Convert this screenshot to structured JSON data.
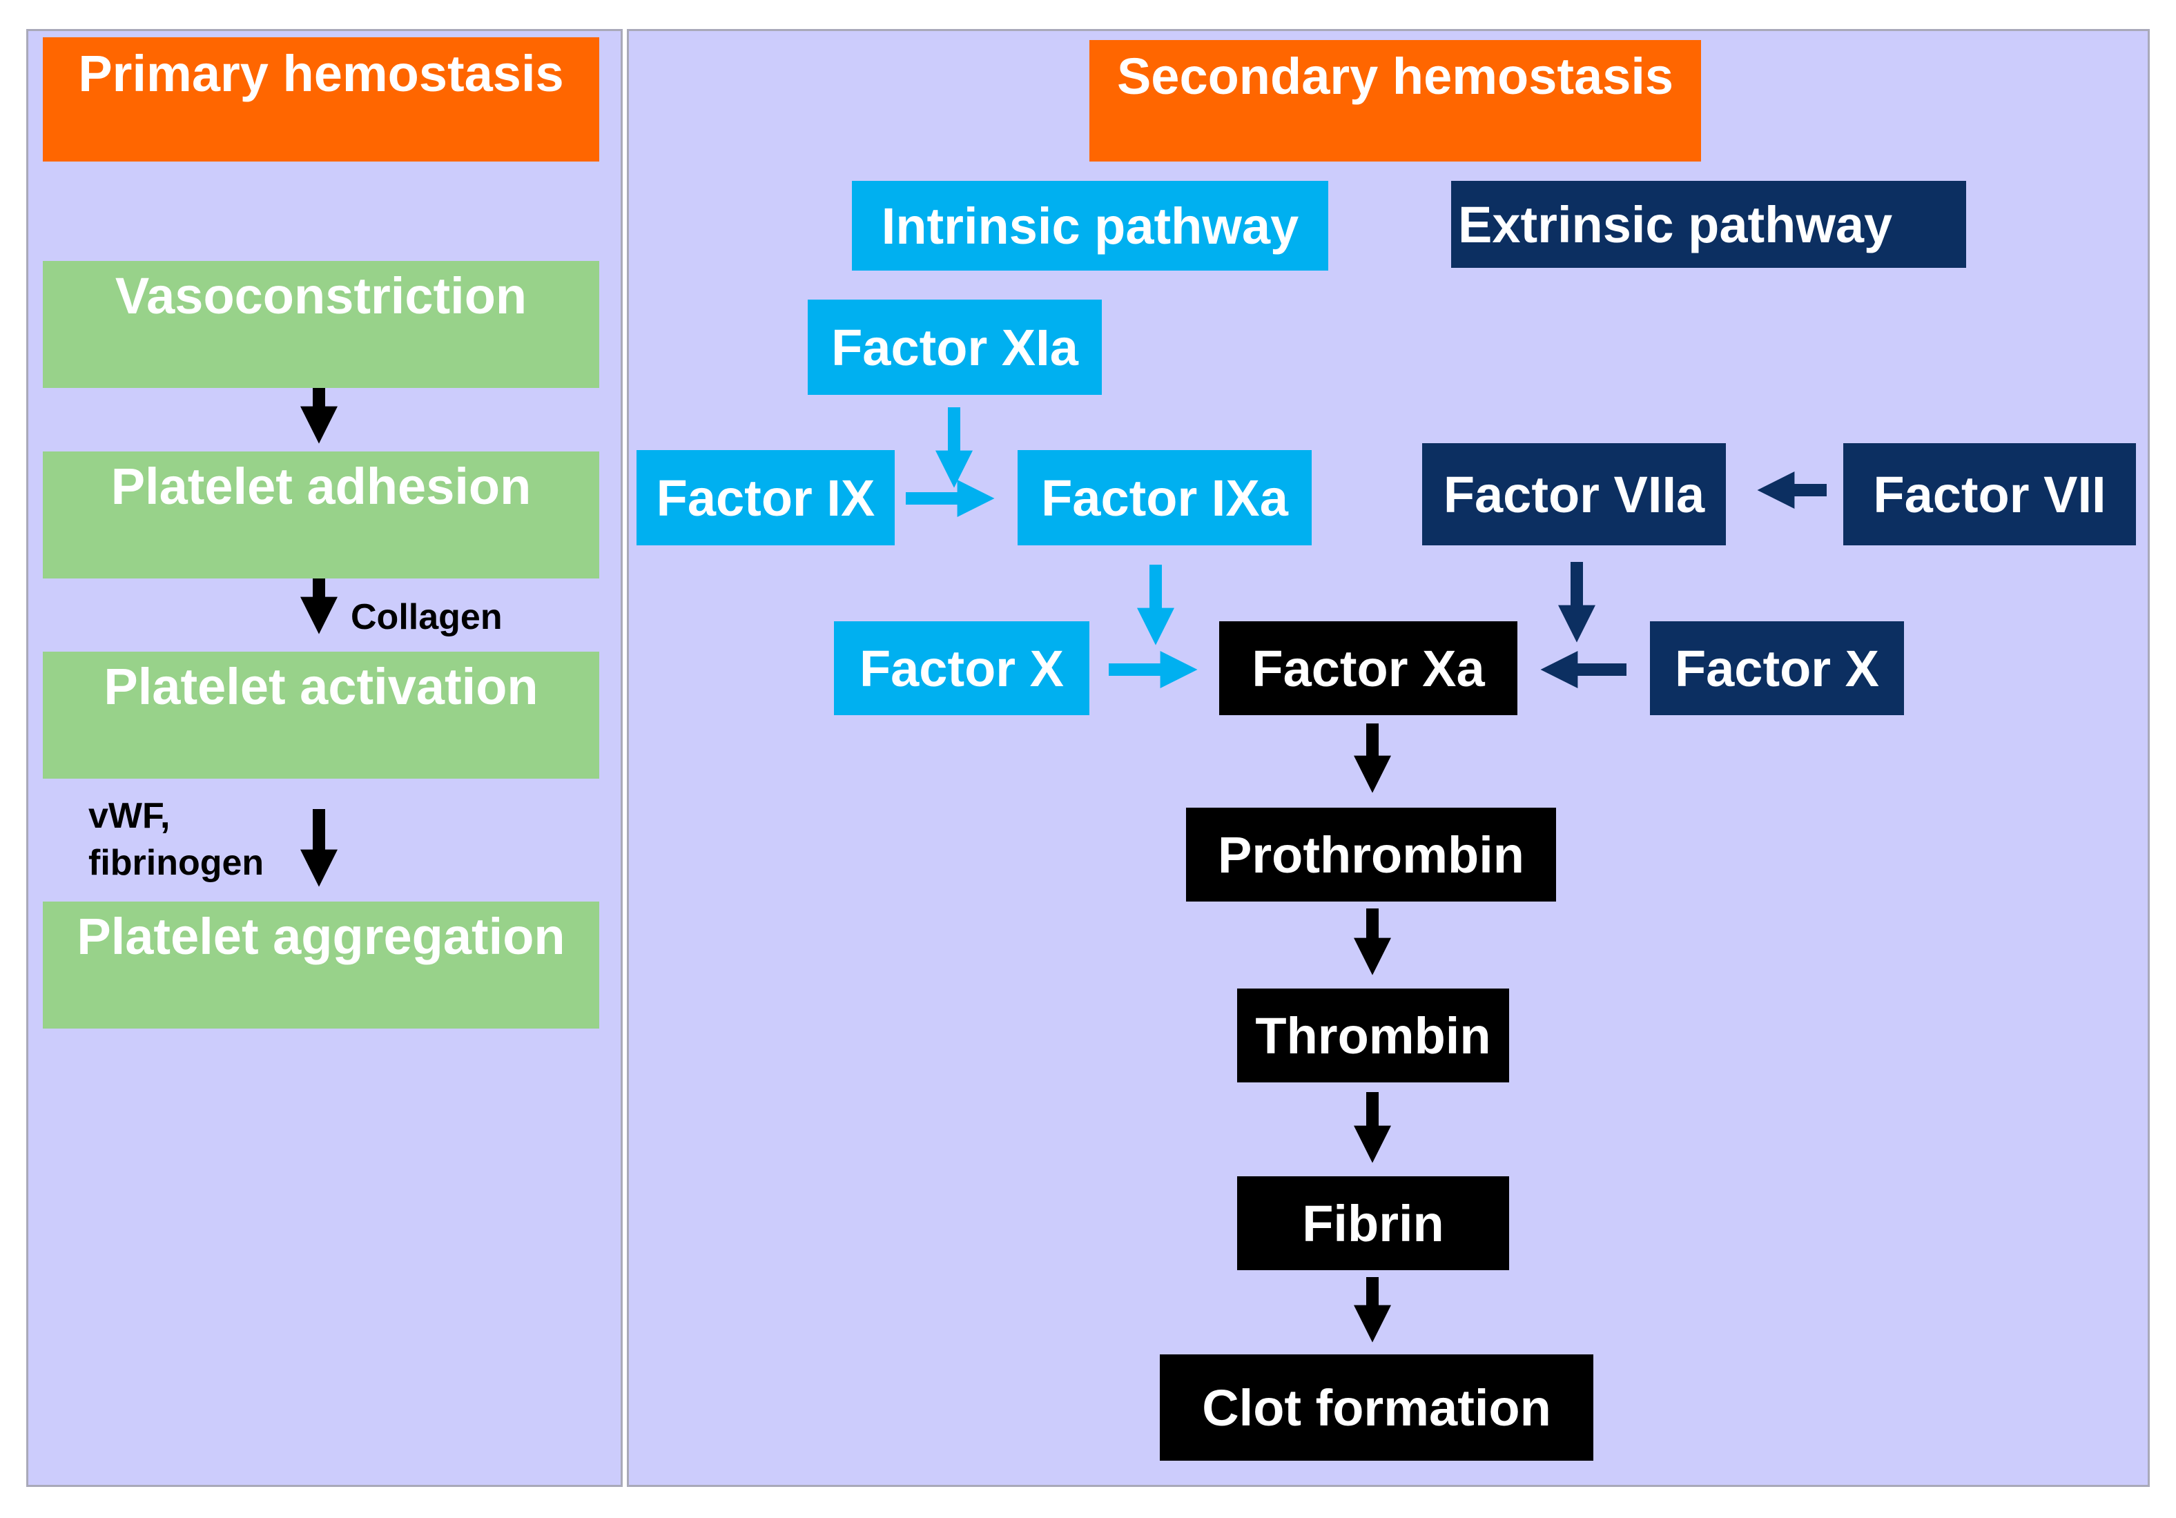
{
  "colors": {
    "panel_bg": "#ccccfc",
    "header_orange": "#ff6600",
    "primary_green": "#98d28a",
    "intrinsic_cyan": "#00b0f0",
    "extrinsic_navy": "#0c2f61",
    "common_black": "#000000"
  },
  "primary": {
    "title": "Primary hemostasis",
    "steps": [
      "Vasoconstriction",
      "Platelet adhesion",
      "Platelet activation",
      "Platelet aggregation"
    ],
    "arrow_labels": {
      "collagen": "Collagen",
      "vwf": "vWF,",
      "fibrinogen": "fibrinogen"
    }
  },
  "secondary": {
    "title": "Secondary hemostasis",
    "intrinsic": {
      "title": "Intrinsic pathway",
      "factor_xia": "Factor XIa",
      "factor_ix": "Factor IX",
      "factor_ixa": "Factor IXa",
      "factor_x": "Factor X"
    },
    "extrinsic": {
      "title": "Extrinsic pathway",
      "factor_viia": "Factor VIIa",
      "factor_vii": "Factor VII",
      "factor_x": "Factor X"
    },
    "common": [
      "Factor Xa",
      "Prothrombin",
      "Thrombin",
      "Fibrin",
      "Clot formation"
    ]
  }
}
